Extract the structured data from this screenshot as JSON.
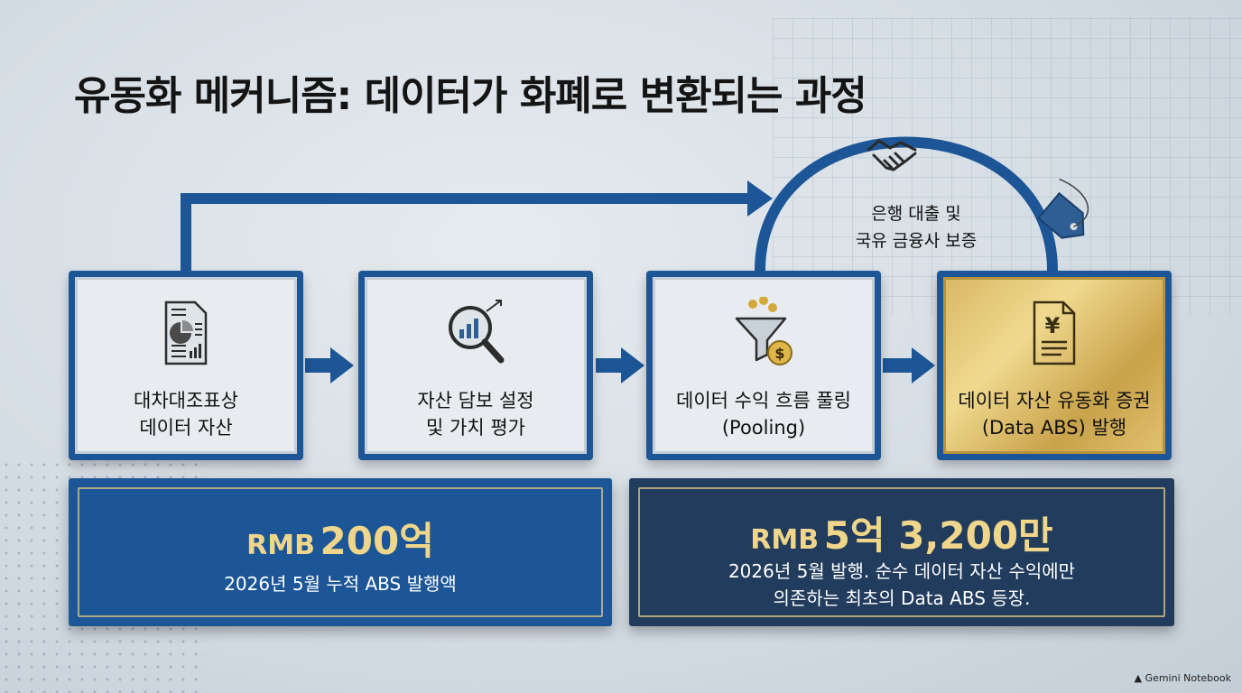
{
  "title": "유동화 메커니즘: 데이터가 화폐로 변환되는 과정",
  "steps": [
    {
      "line1": "대차대조표상",
      "line2": "데이터 자산",
      "icon": "document-chart-icon"
    },
    {
      "line1": "자산 담보 설정",
      "line2": "및 가치 평가",
      "icon": "magnifier-chart-icon"
    },
    {
      "line1": "데이터 수익 흐름 풀링",
      "line2": "(Pooling)",
      "icon": "funnel-coins-icon"
    },
    {
      "line1": "데이터 자산 유동화 증권",
      "line2": "(Data ABS) 발행",
      "icon": "yuan-document-icon"
    }
  ],
  "guarantee": {
    "line1": "은행 대출 및",
    "line2": "국유 금융사 보증",
    "icon": "handshake-icon",
    "tag_icon": "price-tag-icon"
  },
  "stat_left": {
    "prefix": "RMB",
    "value": "200억",
    "desc": "2026년 5월 누적 ABS 발행액"
  },
  "stat_right": {
    "prefix": "RMB",
    "value": "5억 3,200만",
    "desc1": "2026년 5월 발행. 순수 데이터 자산 수익에만",
    "desc2": "의존하는 최초의 Data ABS 등장."
  },
  "brand": "Gemini Notebook",
  "colors": {
    "primary_blue": "#1d5697",
    "navy": "#223c5e",
    "gold_text": "#f0d68a"
  }
}
